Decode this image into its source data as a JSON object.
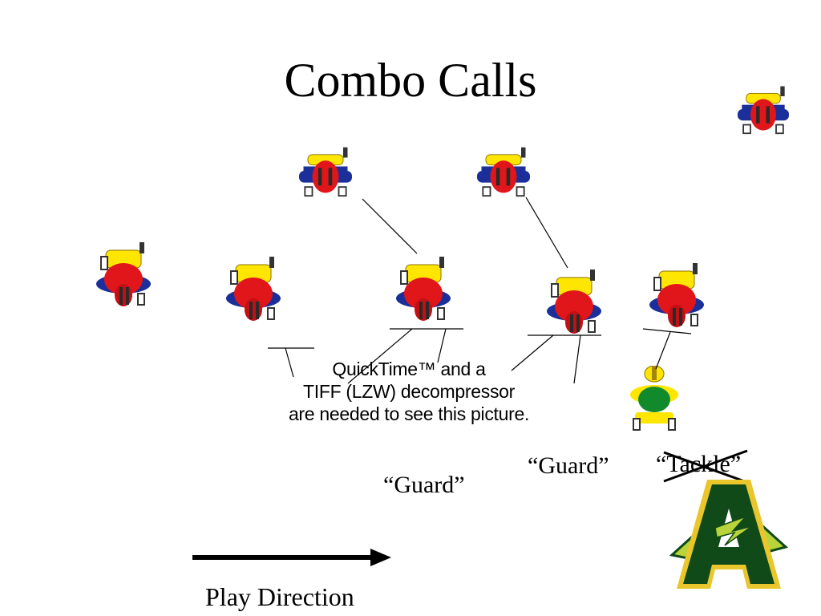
{
  "slide": {
    "title": "Combo Calls",
    "placeholder_lines": [
      "QuickTime™ and a",
      "TIFF (LZW) decompressor",
      "are needed to see this picture."
    ],
    "calls": {
      "guard_left": "“Guard”",
      "guard_right": "“Guard”",
      "tackle": "“Tackle”"
    },
    "play_direction_label": "Play Direction"
  },
  "players": {
    "defenders": [
      "defender-far-right",
      "defender-linebacker-left",
      "defender-linebacker-right"
    ],
    "linemen": [
      "lineman-end",
      "lineman-tackle-left",
      "lineman-guard-left",
      "lineman-center",
      "lineman-guard-right"
    ],
    "offense": [
      "offensive-tight-end"
    ]
  },
  "colors": {
    "helmet_yellow": "#ffe600",
    "jersey_red": "#e0161b",
    "jersey_blue": "#1a2f9a",
    "offense_green": "#118a2c",
    "logo_green": "#0f4a18",
    "logo_gold": "#e9c62c",
    "logo_lime": "#b9d43a"
  },
  "icons": {
    "arrow": "right-arrow-icon",
    "logo": "school-a-logo-icon",
    "strike": "strikethrough-x-icon"
  }
}
